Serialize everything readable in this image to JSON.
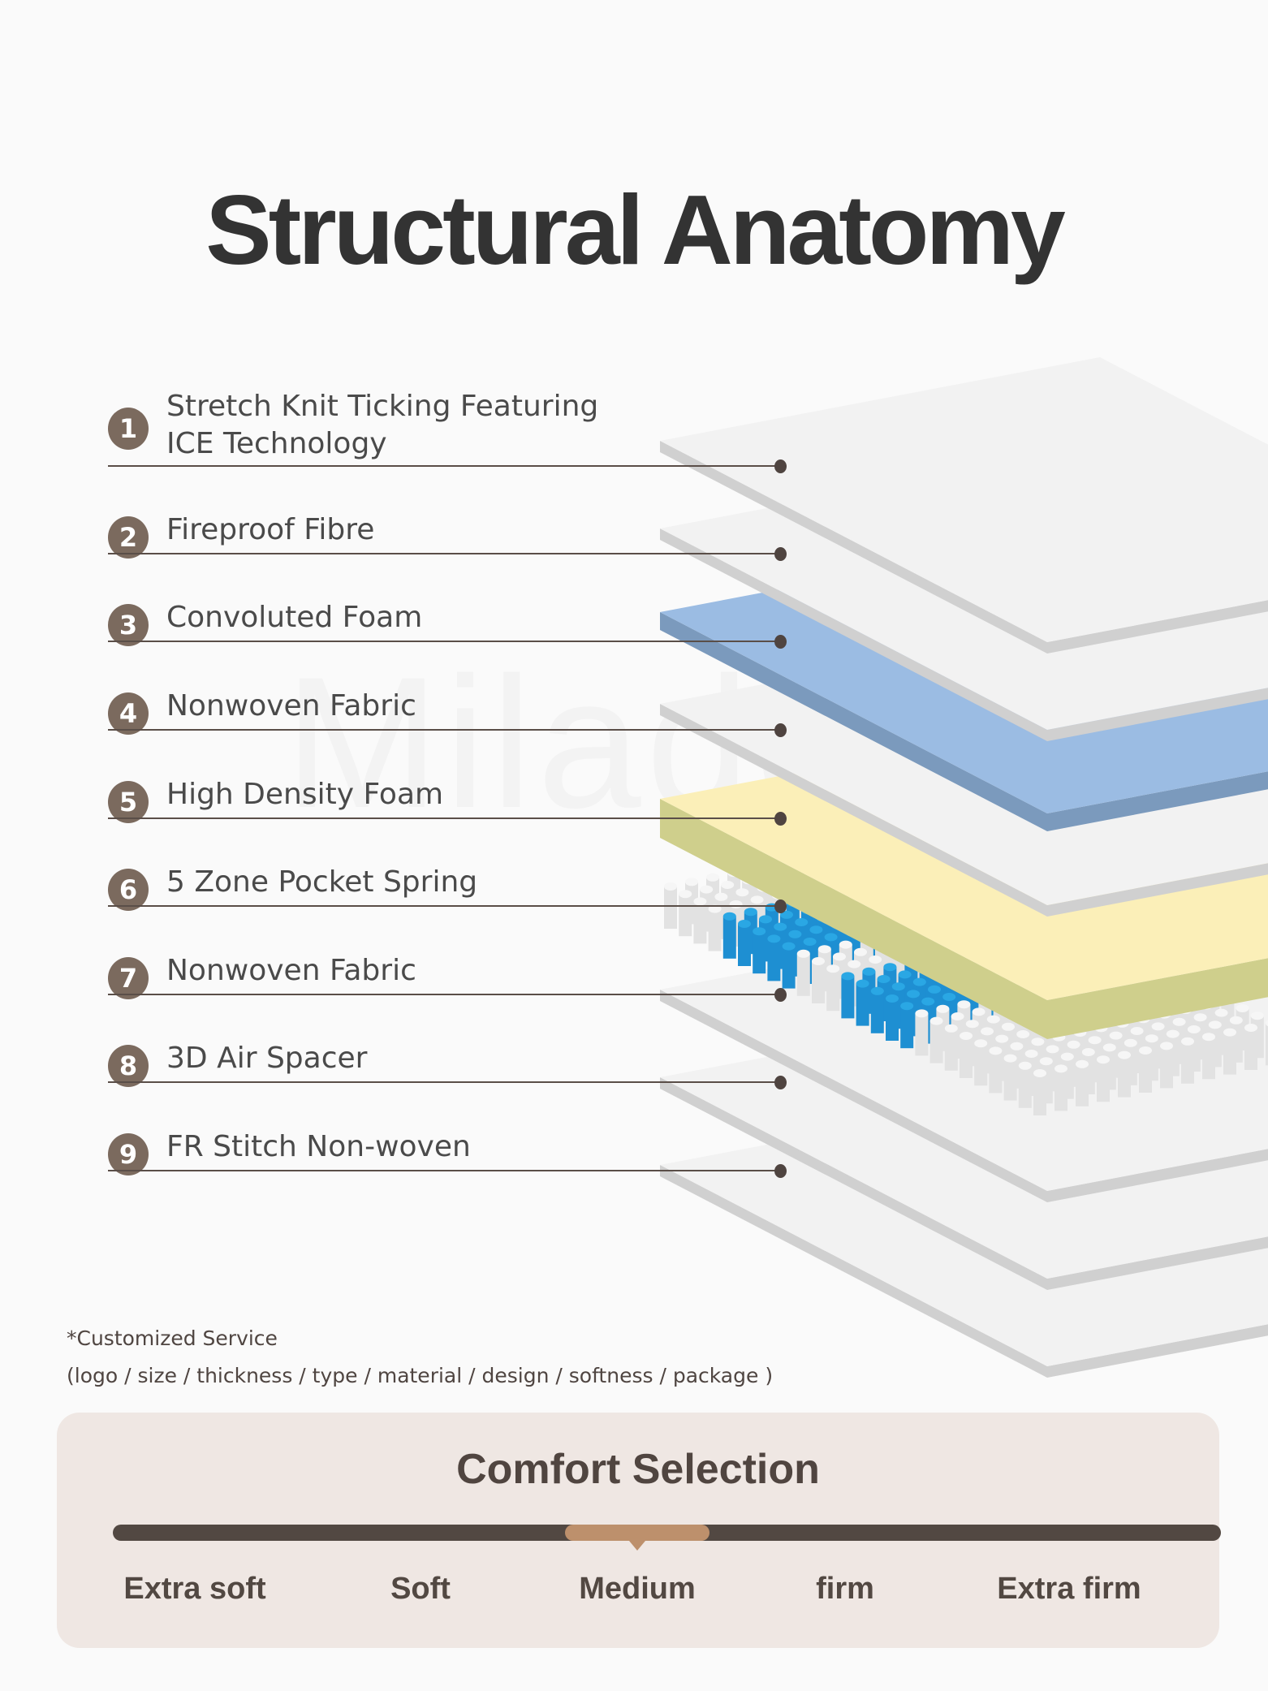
{
  "title": "Structural Anatomy",
  "watermark": "Milado",
  "layers": [
    {
      "number": "1",
      "label_line1": "Stretch Knit Ticking Featuring",
      "label_line2": "ICE Technology",
      "material": "ticking",
      "color": "#f2f2f2"
    },
    {
      "number": "2",
      "label_line1": "Fireproof Fibre",
      "material": "fibre",
      "color": "#f2f2f2"
    },
    {
      "number": "3",
      "label_line1": "Convoluted Foam",
      "material": "foam",
      "color": "#9bbce3"
    },
    {
      "number": "4",
      "label_line1": "Nonwoven Fabric",
      "material": "fabric",
      "color": "#f2f2f2"
    },
    {
      "number": "5",
      "label_line1": "High Density Foam",
      "material": "foam",
      "color": "#fbefb8"
    },
    {
      "number": "6",
      "label_line1": "5 Zone Pocket Spring",
      "material": "springs",
      "color": "#29a3e0"
    },
    {
      "number": "7",
      "label_line1": "Nonwoven Fabric",
      "material": "fabric",
      "color": "#f2f2f2"
    },
    {
      "number": "8",
      "label_line1": "3D Air Spacer",
      "material": "spacer",
      "color": "#f2f2f2"
    },
    {
      "number": "9",
      "label_line1": "FR Stitch Non-woven",
      "material": "fabric",
      "color": "#f2f2f2"
    }
  ],
  "customized": {
    "heading": "*Customized Service",
    "options": "(logo / size / thickness / type / material / design / softness / package )"
  },
  "comfort": {
    "title": "Comfort Selection",
    "levels": [
      "Extra soft",
      "Soft",
      "Medium",
      "firm",
      "Extra firm"
    ],
    "selected_index": 2,
    "selected": "Medium",
    "accent_color": "#bd906c",
    "track_color": "#524842"
  }
}
